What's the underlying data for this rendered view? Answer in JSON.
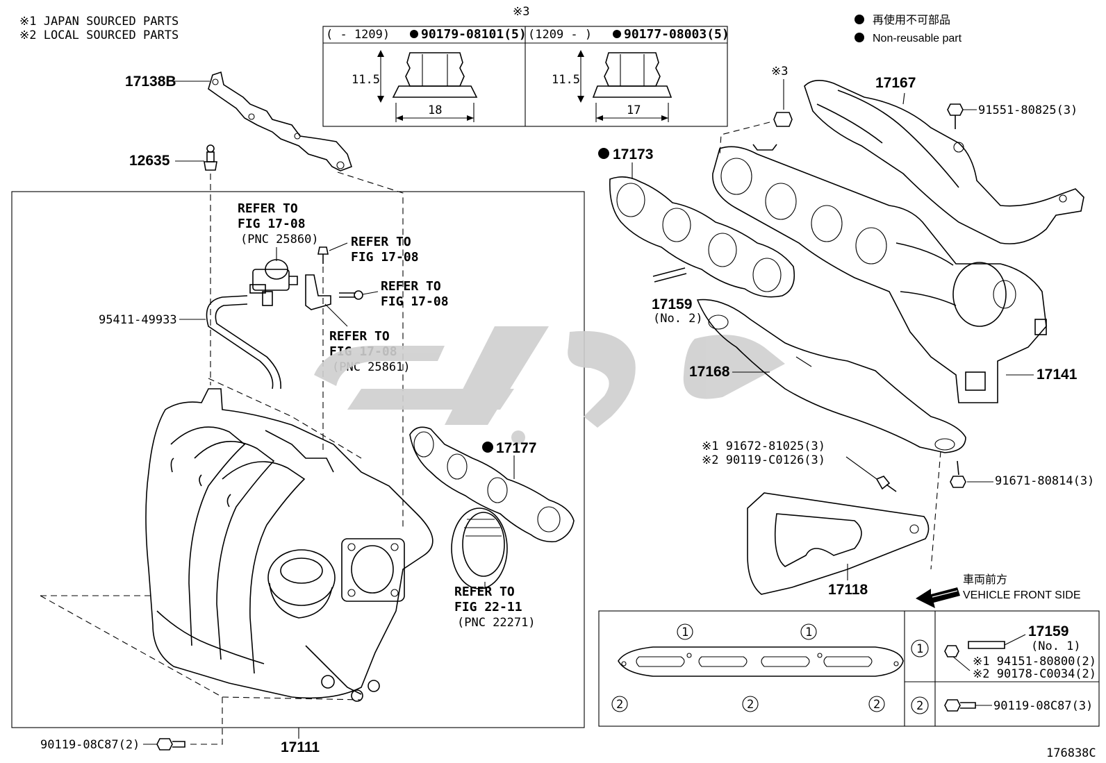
{
  "notes": {
    "japan": "※1 JAPAN SOURCED PARTS",
    "local": "※2 LOCAL SOURCED PARTS"
  },
  "legend": {
    "jp": "再使用不可部品",
    "en": "Non-reusable part"
  },
  "nut_table": {
    "marker": "※3",
    "left_range": "(      - 1209)",
    "left_part": "90179-08101(5)",
    "right_range": "(1209 -      )",
    "right_part": "90177-08003(5)",
    "left_height": "11.5",
    "left_width": "18",
    "right_height": "11.5",
    "right_width": "17"
  },
  "callouts": {
    "p17138b": "17138B",
    "p12635": "12635",
    "refer1a": "REFER TO",
    "refer1b": "FIG 17-08",
    "refer1c": "(PNC 25860)",
    "refer2a": "REFER TO",
    "refer2b": "FIG 17-08",
    "refer3a": "REFER TO",
    "refer3b": "FIG 17-08",
    "refer4a": "REFER TO",
    "refer4b": "FIG 17-08",
    "refer4c": "(PNC 25861)",
    "p95411": "95411-49933",
    "p17177": "17177",
    "refer5a": "REFER TO",
    "refer5b": "FIG 22-11",
    "refer5c": "(PNC 22271)",
    "p90119a": "90119-08C87(2)",
    "p17111": "17111",
    "marker3": "※3",
    "p17167": "17167",
    "p91551": "91551-80825(3)",
    "p17173": "17173",
    "p17159n2": "17159",
    "p17159n2b": "(No. 2)",
    "p17168": "17168",
    "p17141": "17141",
    "p91672": "※1 91672-81025(3)",
    "p90119c": "※2 90119-C0126(3)",
    "p91671": "91671-80814(3)",
    "p17118": "17118",
    "front_jp": "車両前方",
    "front_en": "VEHICLE FRONT SIDE",
    "fig_code": "176838C"
  },
  "inset": {
    "circle1": "1",
    "circle2": "2",
    "p17159": "17159",
    "p17159b": "(No. 1)",
    "p94151": "※1 94151-80800(2)",
    "p90178": "※2 90178-C0034(2)",
    "p90119b": "90119-08C87(3)"
  }
}
